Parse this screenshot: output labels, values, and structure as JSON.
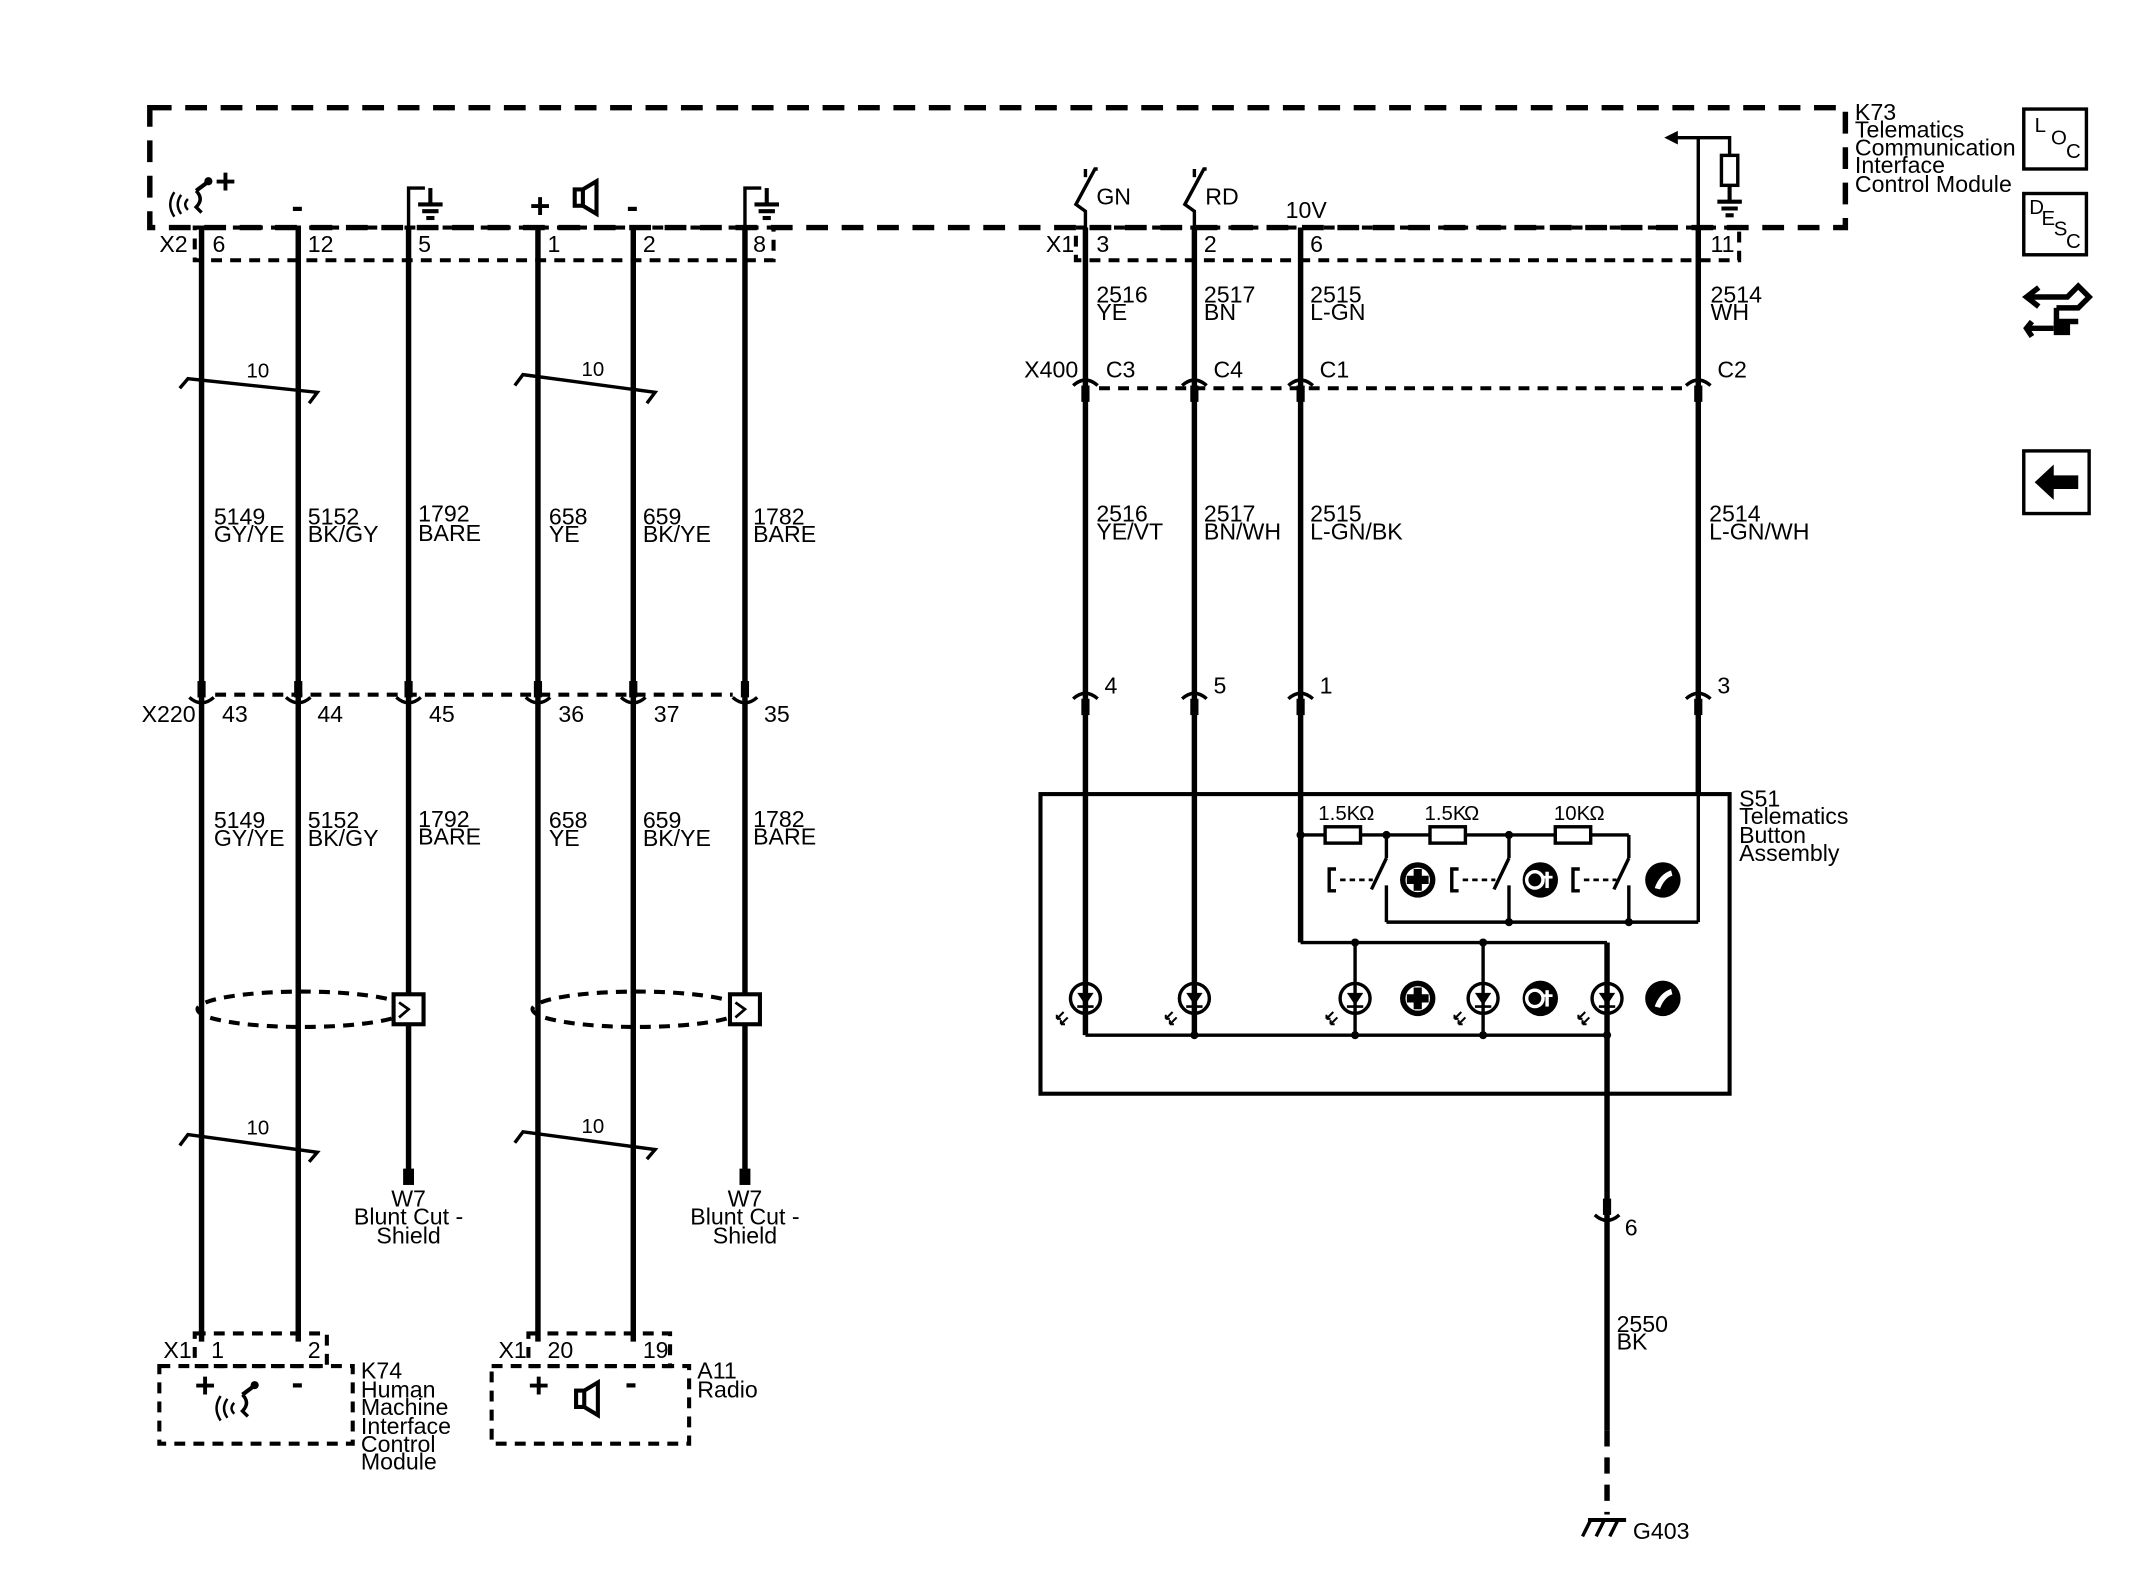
{
  "k73": {
    "id": "K73",
    "name": [
      "Telematics",
      "Communication",
      "Interface",
      "Control Module"
    ],
    "connector_x2": "X2",
    "connector_x1": "X1",
    "pins_x2": [
      "6",
      "12",
      "5",
      "1",
      "2",
      "8"
    ],
    "pins_x1": [
      "3",
      "2",
      "6",
      "11"
    ],
    "switch_gn": "GN",
    "switch_rd": "RD",
    "v10": "10V"
  },
  "wires_upper": [
    {
      "circuit": "5149",
      "color": "GY/YE"
    },
    {
      "circuit": "5152",
      "color": "BK/GY"
    },
    {
      "circuit": "1792",
      "color": "BARE"
    },
    {
      "circuit": "658",
      "color": "YE"
    },
    {
      "circuit": "659",
      "color": "BK/YE"
    },
    {
      "circuit": "1782",
      "color": "BARE"
    }
  ],
  "wires_lower": [
    {
      "circuit": "5149",
      "color": "GY/YE"
    },
    {
      "circuit": "5152",
      "color": "BK/GY"
    },
    {
      "circuit": "1792",
      "color": "BARE"
    },
    {
      "circuit": "658",
      "color": "YE"
    },
    {
      "circuit": "659",
      "color": "BK/YE"
    },
    {
      "circuit": "1782",
      "color": "BARE"
    }
  ],
  "twist_label": "10",
  "x220": {
    "id": "X220",
    "pins": [
      "43",
      "44",
      "45",
      "36",
      "37",
      "35"
    ]
  },
  "x400": {
    "id": "X400",
    "cavities": [
      "C3",
      "C4",
      "C1",
      "C2"
    ]
  },
  "wires_right_top": [
    {
      "circuit": "2516",
      "color": "YE"
    },
    {
      "circuit": "2517",
      "color": "BN"
    },
    {
      "circuit": "2515",
      "color": "L-GN"
    },
    {
      "circuit": "2514",
      "color": "WH"
    }
  ],
  "wires_right_mid": [
    {
      "circuit": "2516",
      "color": "YE/VT"
    },
    {
      "circuit": "2517",
      "color": "BN/WH"
    },
    {
      "circuit": "2515",
      "color": "L-GN/BK"
    },
    {
      "circuit": "2514",
      "color": "L-GN/WH"
    }
  ],
  "s51": {
    "id": "S51",
    "name": [
      "Telematics",
      "Button",
      "Assembly"
    ],
    "pins": [
      "4",
      "5",
      "1",
      "3"
    ],
    "ground_pin": "6",
    "resistors": [
      "1.5K",
      "1.5K",
      "10K"
    ],
    "ohm": "Ω"
  },
  "shield": {
    "id": "W7",
    "desc": [
      "Blunt Cut -",
      "Shield"
    ]
  },
  "ground_wire": {
    "circuit": "2550",
    "color": "BK"
  },
  "ground": "G403",
  "k74": {
    "id": "K74",
    "name": [
      "Human",
      "Machine",
      "Interface",
      "Control",
      "Module"
    ],
    "connector": "X1",
    "pins": [
      "1",
      "2"
    ]
  },
  "a11": {
    "id": "A11",
    "name": [
      "Radio"
    ],
    "connector": "X1",
    "pins": [
      "20",
      "19"
    ]
  },
  "nav": {
    "loc": [
      "L",
      "O",
      "C"
    ],
    "desc": [
      "D",
      "E",
      "S",
      "C"
    ]
  }
}
